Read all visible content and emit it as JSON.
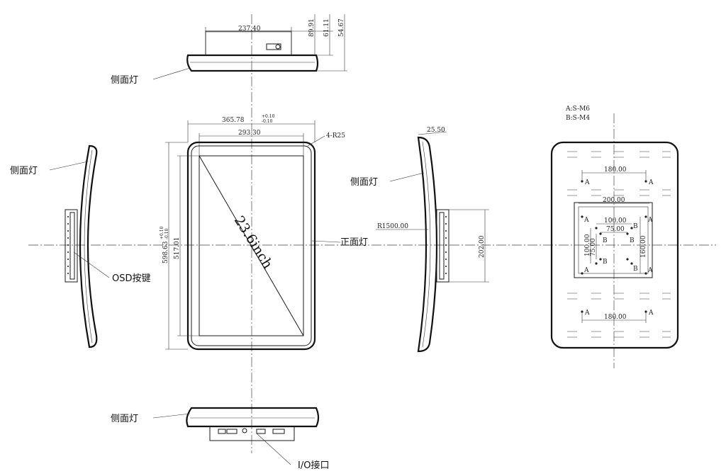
{
  "labels": {
    "side_light": "侧面灯",
    "front_light": "正面灯",
    "osd_keys": "OSD按键",
    "io_port": "I/O接口",
    "size": "23.6inch"
  },
  "dims": {
    "top_width": "237.40",
    "top_h1": "89.91",
    "top_h2": "61.11",
    "top_h3": "54.67",
    "outer_width": "365.78",
    "outer_width_tol_up": "+0.10",
    "outer_width_tol_dn": "-0.10",
    "inner_width": "293.30",
    "corner": "4-R25",
    "outer_height": "598.63",
    "outer_height_tol_up": "+0.10",
    "outer_height_tol_dn": "-0.10",
    "inner_height": "517.01",
    "side_depth": "25.50",
    "radius": "R1500.00",
    "side_bracket": "202.00"
  },
  "back": {
    "hole_a": "A:S-M6",
    "hole_b": "B:S-M4",
    "a_spacing_top": "180.00",
    "a_spacing_bottom": "180.00",
    "frame_width": "200.00",
    "b_width_1": "100.00",
    "b_width_2": "75.00",
    "b_height_1": "100.00",
    "b_height_2": "75.00",
    "a_height": "160.00",
    "mark_a": "A",
    "mark_b": "B"
  }
}
